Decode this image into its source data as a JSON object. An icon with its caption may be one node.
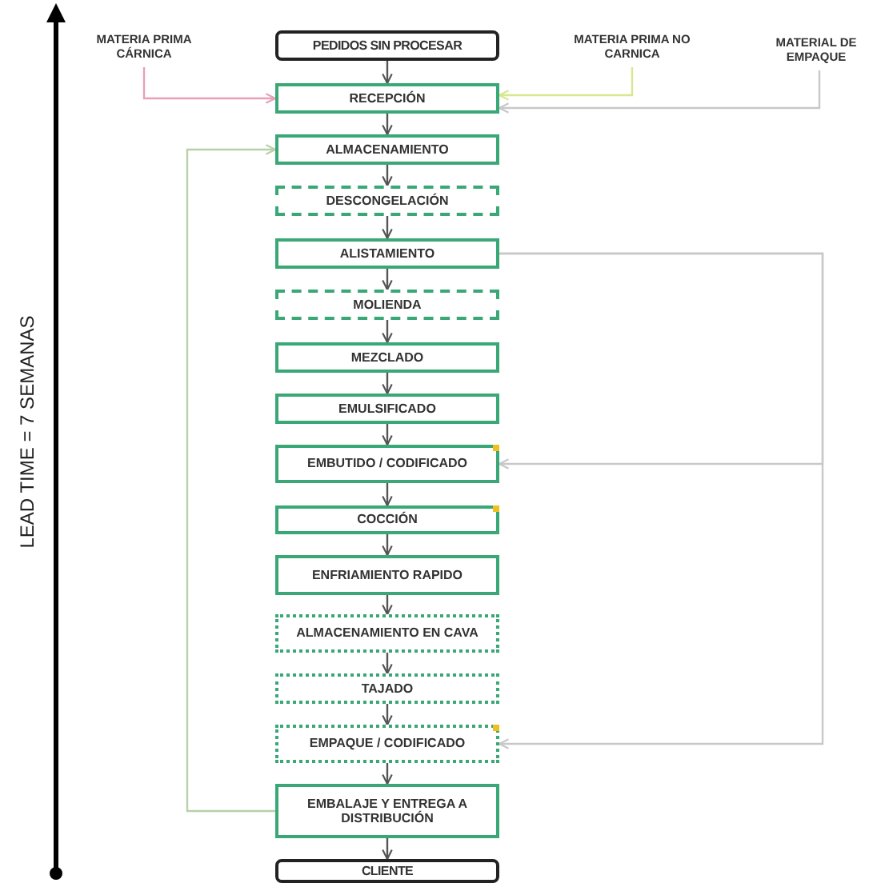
{
  "diagram": {
    "nodes": [
      {
        "text": [
          "MATERIA PRIMA CÁRNICA"
        ]
      },
      {
        "text": [
          "PEDIDOS SIN PROCESAR"
        ]
      },
      {
        "text": [
          "MATERIA PRIMA NO CARNICA"
        ]
      },
      {
        "text": [
          "MATERIAL DE EMPAQUE"
        ]
      },
      {
        "text": [
          "RECEPCIÓN"
        ]
      },
      {
        "text": [
          "ALMACENAMIENTO"
        ]
      },
      {
        "text": [
          "DESCONGELACIÓN"
        ]
      },
      {
        "text": [
          "ALISTAMIENTO"
        ]
      },
      {
        "text": [
          "MOLIENDA"
        ]
      },
      {
        "text": [
          "MEZCLADO"
        ]
      },
      {
        "text": [
          "EMULSIFICADO"
        ]
      },
      {
        "text": [
          "EMBUTIDO / CODIFICADO"
        ]
      },
      {
        "text": [
          "COCCIÓN"
        ]
      },
      {
        "text": [
          "ENFRIAMIENTO RAPIDO"
        ]
      },
      {
        "text": [
          "ALMACENAMIENTO EN CAVA"
        ]
      },
      {
        "text": [
          "TAJADO"
        ]
      },
      {
        "text": [
          "EMPAQUE / CODIFICADO"
        ]
      },
      {
        "text": [
          "EMBALAJE Y ENTREGA A DISTRIBUCIÓN"
        ]
      },
      {
        "text": [
          "CLIENTE"
        ]
      }
    ],
    "edges": [
      {
        "from": 0,
        "to": 4,
        "arrow": "to",
        "color": "#e8a0b8"
      },
      {
        "from": 1,
        "to": 4,
        "arrow": "to"
      },
      {
        "from": 2,
        "to": 4,
        "arrow": "to",
        "color": "#d8e890"
      },
      {
        "from": 3,
        "to": 4,
        "arrow": "to",
        "color": "#c8c8c8"
      },
      {
        "from": 4,
        "to": 5,
        "arrow": "to"
      },
      {
        "from": 5,
        "to": 6,
        "arrow": "to"
      },
      {
        "from": 6,
        "to": 7,
        "arrow": "to"
      },
      {
        "from": 7,
        "to": 8,
        "arrow": "to"
      },
      {
        "from": 8,
        "to": 9,
        "arrow": "to"
      },
      {
        "from": 9,
        "to": 10,
        "arrow": "to"
      },
      {
        "from": 10,
        "to": 11,
        "arrow": "to"
      },
      {
        "from": 11,
        "to": 12,
        "arrow": "to"
      },
      {
        "from": 12,
        "to": 13,
        "arrow": "to"
      },
      {
        "from": 13,
        "to": 14,
        "arrow": "to"
      },
      {
        "from": 14,
        "to": 15,
        "arrow": "to"
      },
      {
        "from": 15,
        "to": 16,
        "arrow": "to"
      },
      {
        "from": 16,
        "to": 17,
        "arrow": "to"
      },
      {
        "from": 17,
        "to": 18,
        "arrow": "to"
      },
      {
        "from": 7,
        "to": 11,
        "arrow": "to",
        "color": "#c8c8c8"
      },
      {
        "from": 7,
        "to": 16,
        "arrow": "to",
        "color": "#c8c8c8"
      },
      {
        "from": 17,
        "to": 5,
        "arrow": "to",
        "color": "#b8d0a8"
      }
    ],
    "labels": [
      "LEAD TIME = 7  SEMANAS"
    ]
  }
}
